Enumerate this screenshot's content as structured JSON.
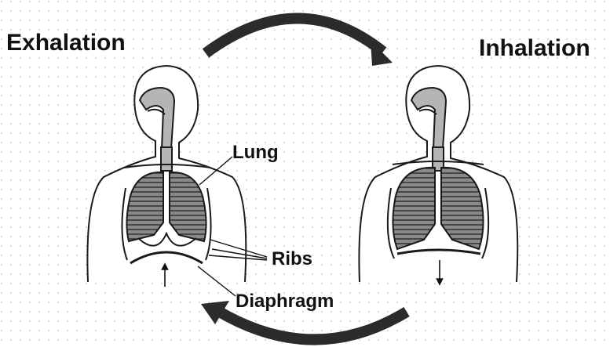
{
  "titles": {
    "exhalation": "Exhalation",
    "inhalation": "Inhalation"
  },
  "labels": {
    "lung": "Lung",
    "ribs": "Ribs",
    "diaphragm": "Diaphragm"
  },
  "colors": {
    "outline": "#1a1a1a",
    "lung_fill": "#8a8a8a",
    "airway_fill": "#b5b5b5",
    "arrow": "#2b2b2b",
    "grid_dot": "#bdbdbd"
  },
  "icons": [
    "cycle-arrow-icon",
    "up-arrow-icon",
    "down-arrow-icon"
  ]
}
